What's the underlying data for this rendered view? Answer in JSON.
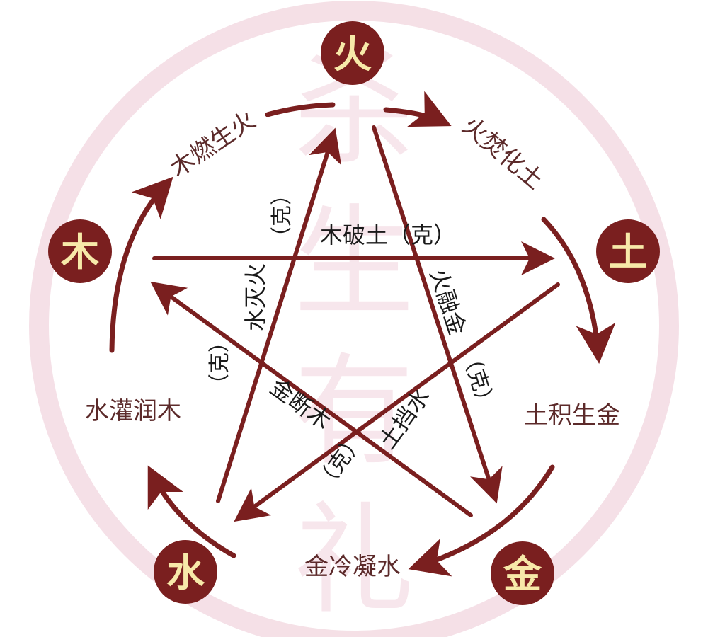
{
  "colors": {
    "accent": "#7a1f1f",
    "node_text": "#f7e9a9",
    "label_outer": "#5c2a2a",
    "label_inner": "#1a1a1a",
    "watermark": "#f4dde4"
  },
  "watermark": {
    "chars": [
      "杀",
      "生",
      "有",
      "礼"
    ]
  },
  "elements": {
    "fire": "火",
    "earth": "土",
    "metal": "金",
    "water": "水",
    "wood": "木"
  },
  "generating_cycle": {
    "wood_fire": "木燃生火",
    "fire_earth": "火焚化土",
    "earth_metal": "土积生金",
    "metal_water": "金冷凝水",
    "water_wood": "水灌润木"
  },
  "controlling_cycle": {
    "wood_earth": "木破土（克）",
    "water_fire": "水灭火",
    "water_fire_ke": "（克）",
    "fire_metal": "火融金",
    "fire_metal_ke": "（克）",
    "metal_wood": "金断木",
    "metal_wood_ke1": "（克）",
    "metal_wood_ke2": "（克）",
    "earth_water": "土挡水"
  }
}
